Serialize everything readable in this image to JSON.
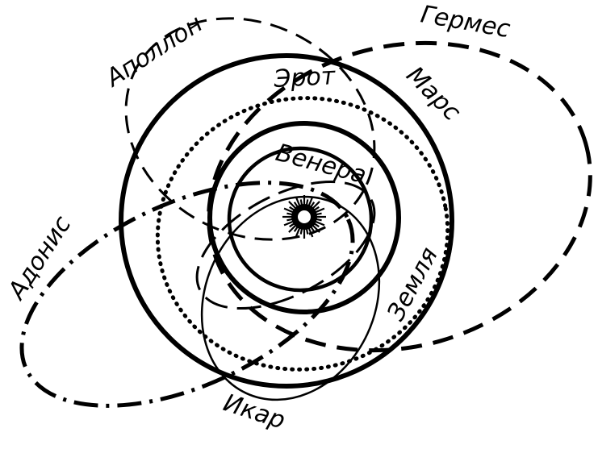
{
  "colors": {
    "ink": "#000000",
    "background": "#ffffff"
  },
  "labels": {
    "apollo": "Аполлон",
    "hermes": "Гермес",
    "eros": "Эрот",
    "mars": "Марс",
    "venus": "Венера",
    "adonis": "Адонис",
    "earth": "Земля",
    "icarus": "Икар"
  },
  "icons": {
    "sun": "sun-icon"
  }
}
